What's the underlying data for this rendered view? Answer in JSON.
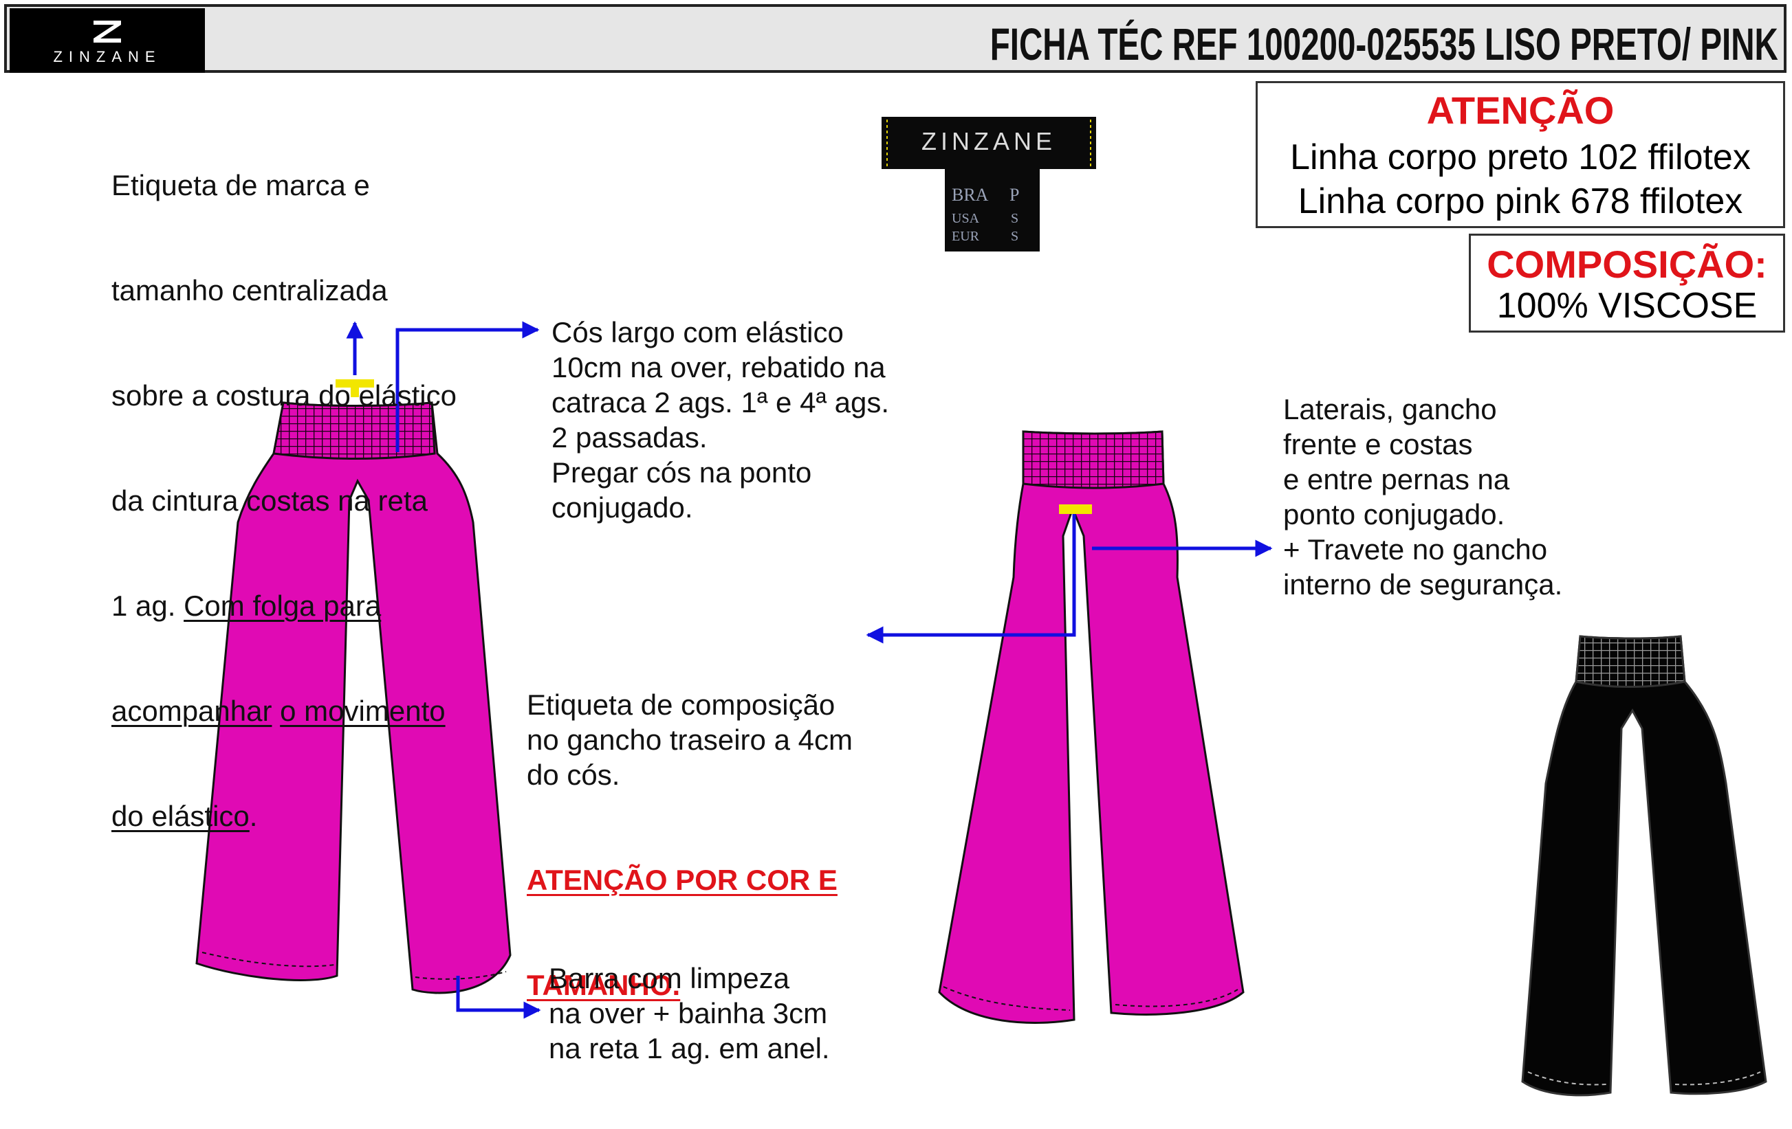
{
  "header": {
    "logo_text": "ZINZANE",
    "title": "FICHA TÉC REF 100200-025535 LISO PRETO/ PINK"
  },
  "attention_box": {
    "heading": "ATENÇÃO",
    "lines": [
      "Linha corpo preto 102 ffilotex",
      "Linha corpo pink 678 ffilotex"
    ]
  },
  "composition_box": {
    "heading": "COMPOSIÇÃO:",
    "value": "100% VISCOSE"
  },
  "brand_label": {
    "brand": "ZINZANE",
    "sizes": [
      {
        "region": "BRA",
        "size": "P"
      },
      {
        "region": "USA",
        "size": "S"
      },
      {
        "region": "EUR",
        "size": "S"
      }
    ]
  },
  "notes": {
    "label_note": {
      "line1": "Etiqueta de marca e",
      "line2": "tamanho centralizada",
      "line3": "sobre a costura do elástico",
      "line4": "da cintura costas na reta",
      "line5_plain": "1 ag. ",
      "line5_underlined": "Com folga para",
      "line6_a": "acompanhar",
      "line6_b": "o movimento",
      "line7_underlined": "do elástico",
      "line7_end": "."
    },
    "waistband_note": "Cós largo com elástico\n10cm na over, rebatido na\ncatraca 2 ags. 1ª e 4ª ags.\n2 passadas.\nPregar cós na ponto\nconjugado.",
    "side_note": "Laterais, gancho\nfrente e costas\ne entre pernas na\nponto conjugado.\n+ Travete no gancho\ninterno de segurança.",
    "composition_label_note": "Etiqueta de composição\nno gancho traseiro a 4cm\ndo cós.",
    "composition_label_warning_line1": "ATENÇÃO POR COR E",
    "composition_label_warning_line2": "TAMANHO",
    "composition_label_warning_end": ".",
    "hem_note": "Barra com limpeza\nna over + bainha 3cm\nna reta 1 ag. em anel."
  },
  "colors": {
    "pink": "#e00ab4",
    "black": "#050505",
    "arrow": "#1010e0",
    "label_tag": "#f2e600",
    "accent_red": "#e0141a"
  }
}
